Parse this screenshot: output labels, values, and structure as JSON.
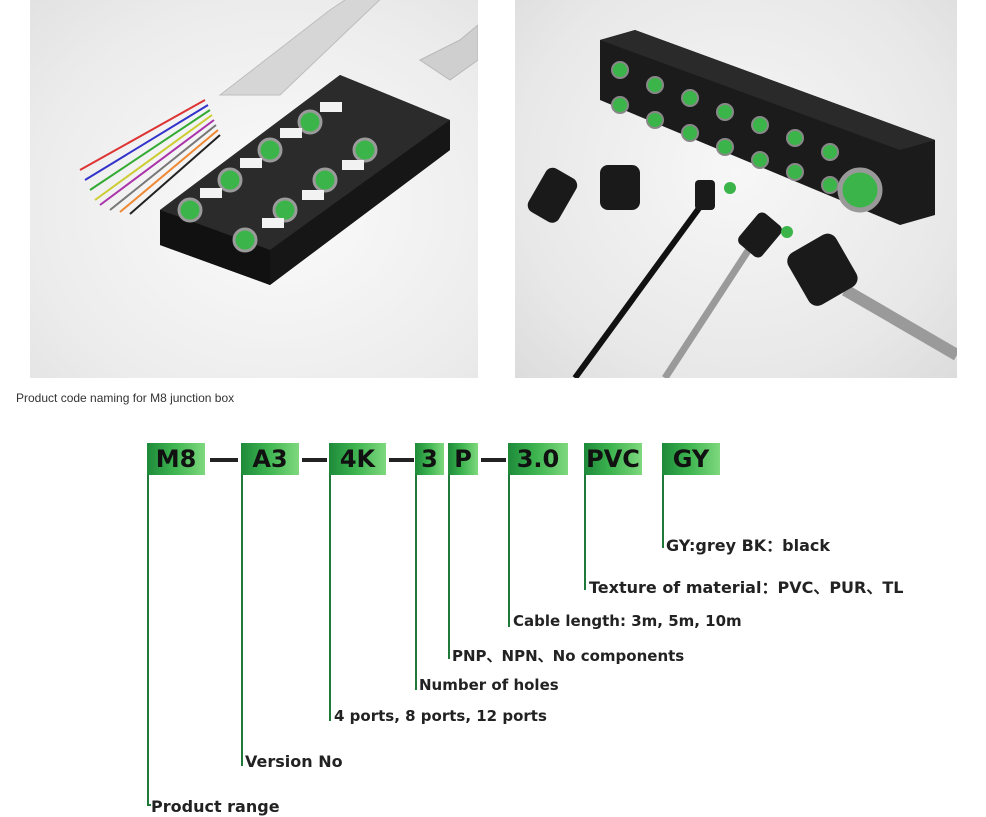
{
  "caption": "Product code naming for M8 junction box",
  "code_segments": [
    {
      "id": "m8",
      "text": "M8"
    },
    {
      "id": "a3",
      "text": "A3"
    },
    {
      "id": "4k",
      "text": "4K"
    },
    {
      "id": "3",
      "text": "3"
    },
    {
      "id": "p",
      "text": "P"
    },
    {
      "id": "3.0",
      "text": "3.0"
    },
    {
      "id": "pvc",
      "text": "PVC"
    },
    {
      "id": "gy",
      "text": "GY"
    }
  ],
  "labels": {
    "gy": "GY:grey   BK：black",
    "pvc": "Texture of material：PVC、PUR、TL",
    "length": "Cable length: 3m, 5m, 10m",
    "p": "PNP、NPN、No components",
    "holes": "Number of holes",
    "ports": "4 ports, 8 ports, 12 ports",
    "version": "Version No",
    "range": "Product range"
  },
  "colors": {
    "box_dark": "#1e8a3a",
    "box_light": "#7ed87e",
    "line": "#1f7a3a"
  }
}
